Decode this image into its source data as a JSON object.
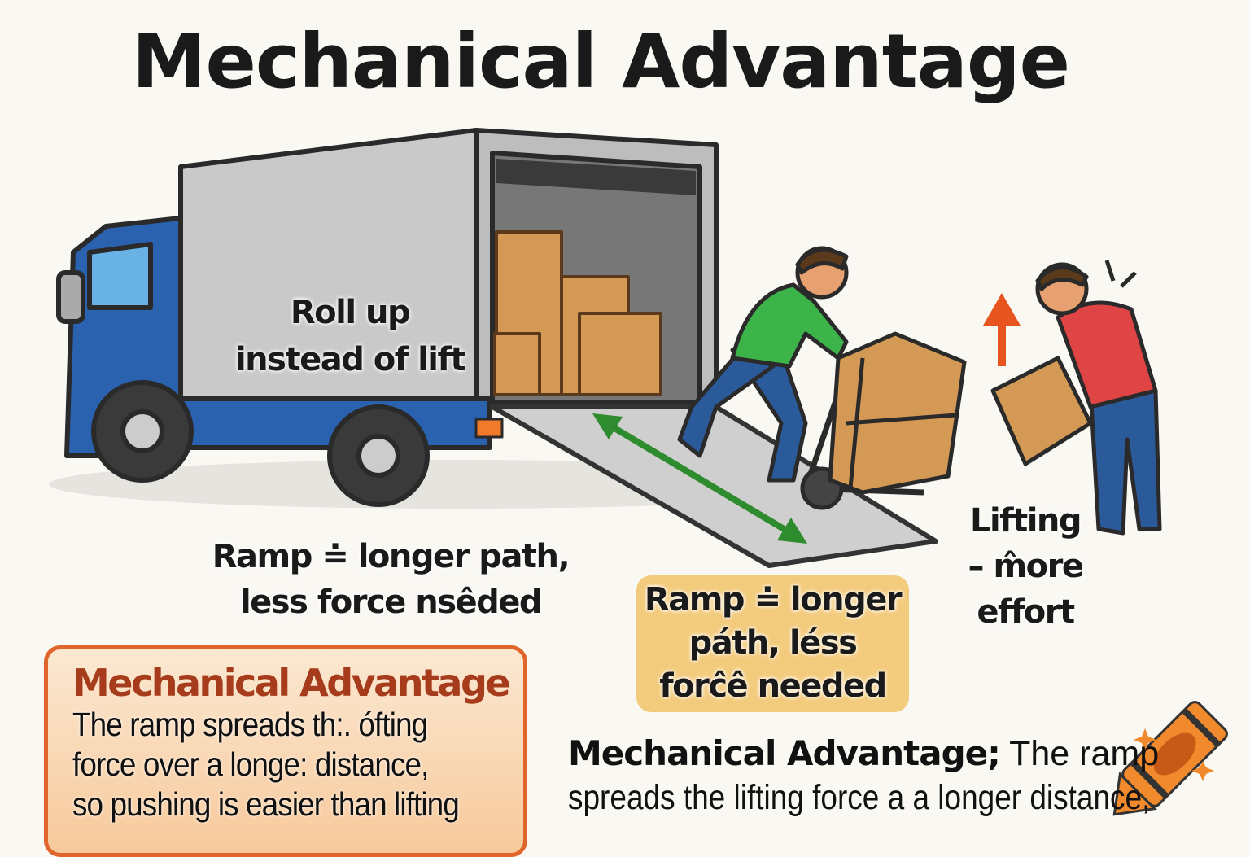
{
  "title": "Mechanical Advantage",
  "truck_label": {
    "line1": "Roll up",
    "line2": "instead of lift"
  },
  "ramp_label": {
    "line1": "Ramp ≐ longer path,",
    "line2": "less force nsêded"
  },
  "ramp_box": {
    "line1": "Ramp ≐ longer",
    "line2": "páth, léss",
    "line3": "forĉê needed"
  },
  "lifting_label": {
    "line1": "Lifting",
    "line2": "– m̂ore",
    "line3": "effort"
  },
  "card": {
    "title": "Mechanical Advantage",
    "line1": "The ramp spreads th:. ófting",
    "line2": "force over a longe: distance,",
    "line3": "so pushing is easier than lifting"
  },
  "bottom_text": {
    "bold": "Mechanical Advantage;",
    "line1_rest": " The ramp",
    "line2": "spreads the lifting force a a longer distance,"
  },
  "colors": {
    "truck_cab": "#2a62b0",
    "ramp_arrow": "#2e8b2e",
    "card_border": "#e0652a",
    "card_title": "#a63c1c",
    "ramp_box": "#f3cb7d",
    "lift_arrow": "#e8541e",
    "crayon": "#f08a2c"
  },
  "icons": [
    "crayon-icon",
    "sparkle-icon",
    "up-arrow-icon",
    "double-arrow-icon"
  ]
}
